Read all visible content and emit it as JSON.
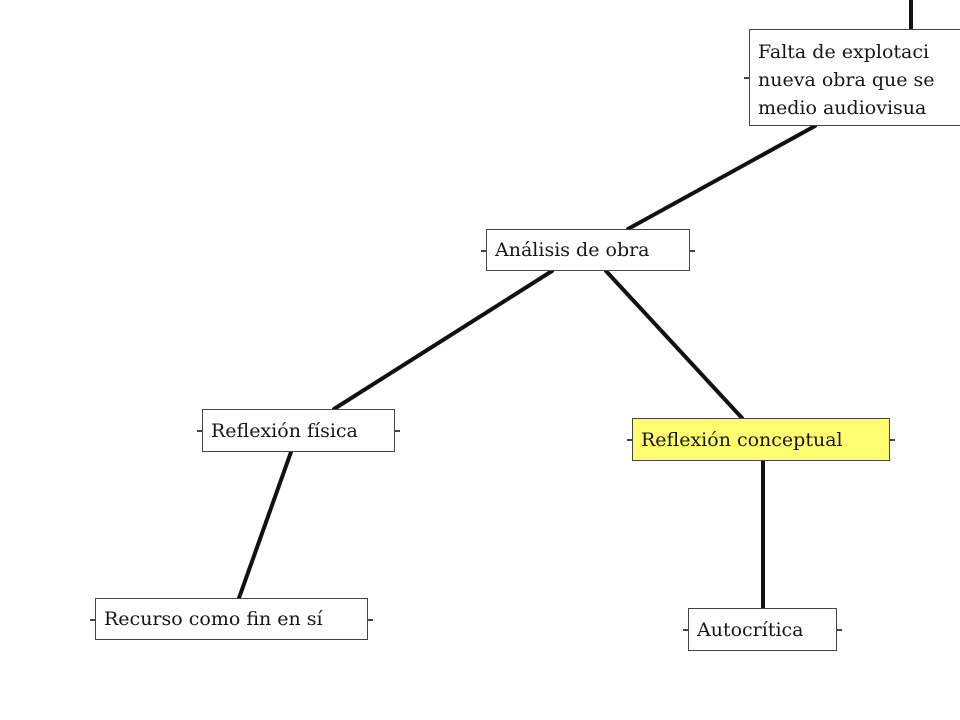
{
  "map": {
    "nodes": {
      "falta_lines": [
        "Falta de explotaci",
        "nueva obra que se",
        "medio audiovisua"
      ],
      "analisis": "Análisis de obra",
      "reflexion_fisica": "Reflexión física",
      "reflexion_conceptual": "Reflexión conceptual",
      "recurso": "Recurso como fin en sí",
      "autocritica": "Autocrítica"
    },
    "colors": {
      "highlight": "#ffff70",
      "border": "#444444",
      "line": "#111111"
    }
  }
}
